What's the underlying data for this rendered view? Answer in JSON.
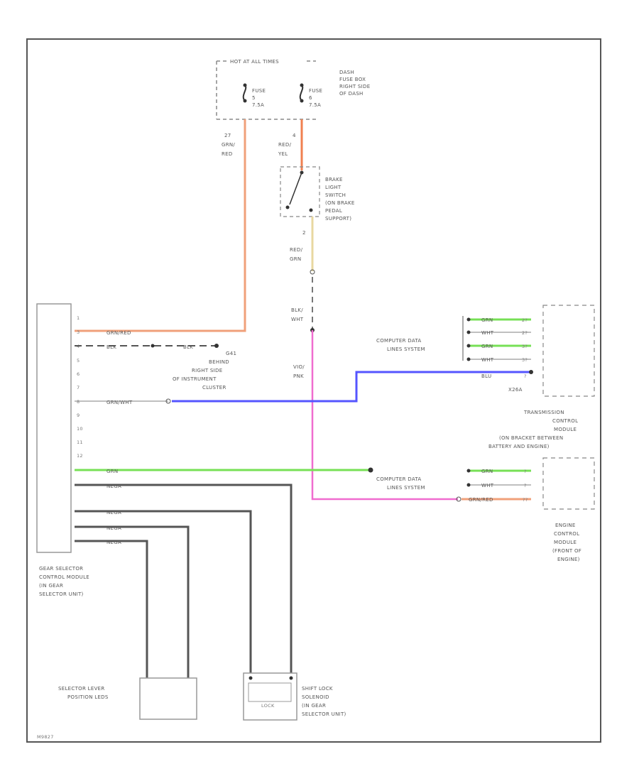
{
  "header": {
    "hot_at_all_times": "HOT AT ALL TIMES"
  },
  "fuse_box": [
    "DASH",
    "FUSE BOX",
    "RIGHT SIDE",
    "OF DASH"
  ],
  "fuses": [
    {
      "line1": "FUSE",
      "line2": "5",
      "line3": "7.5A"
    },
    {
      "line1": "FUSE",
      "line2": "6",
      "line3": "7.5A"
    }
  ],
  "wires": {
    "left_pin": "27",
    "left_c1": "GRN/",
    "left_c2": "RED",
    "right_pin": "4",
    "right_c1": "RED/",
    "right_c2": "YEL",
    "mid_pin": "2",
    "mid_c1": "RED/",
    "mid_c2": "GRN",
    "blk_c1": "BLK/",
    "blk_c2": "WHT",
    "vio_c1": "VIO/",
    "vio_c2": "PNK",
    "pin3_color": "GRN/RED",
    "pin4_color": "BLK",
    "pin4_far": "BLK",
    "pin7_color": "GRN/WHT",
    "pin12_color": "GRN",
    "neg_colors": [
      "NEGA",
      "NEGA",
      "NEGA",
      "NEGA"
    ],
    "ecm_color": "GRN/RED"
  },
  "brake_switch": [
    "BRAKE",
    "LIGHT",
    "SWITCH",
    "(ON BRAKE",
    "PEDAL",
    "SUPPORT)"
  ],
  "ground_note": [
    "G41",
    "BEHIND",
    "RIGHT SIDE",
    "OF INSTRUMENT",
    "CLUSTER"
  ],
  "module_pins": [
    "1",
    "3",
    "4",
    "5",
    "6",
    "7",
    "8",
    "9",
    "10",
    "11",
    "12"
  ],
  "data_lines_1": [
    "COMPUTER DATA",
    "LINES SYSTEM"
  ],
  "data_lines_2": [
    "COMPUTER DATA",
    "LINES SYSTEM"
  ],
  "tcm_wires": [
    {
      "color": "GRN",
      "pin": "2?"
    },
    {
      "color": "WHT",
      "pin": "2?"
    },
    {
      "color": "GRN",
      "pin": "3?"
    },
    {
      "color": "WHT",
      "pin": "3?"
    },
    {
      "color": "BLU",
      "pin": "?"
    }
  ],
  "tcm_connector": "X26A",
  "tcm_label": [
    "TRANSMISSION",
    "CONTROL",
    "MODULE",
    "(ON BRACKET BETWEEN",
    "BATTERY AND ENGINE)"
  ],
  "ecm_wires": [
    {
      "color": "GRN",
      "pin": "?"
    },
    {
      "color": "WHT",
      "pin": "?"
    },
    {
      "color": "GRN/RED",
      "pin": "??"
    }
  ],
  "ecm_label": [
    "ENGINE",
    "CONTROL",
    "MODULE",
    "(FRONT OF",
    "ENGINE)"
  ],
  "gear_selector_label": [
    "GEAR SELECTOR",
    "CONTROL MODULE",
    "(IN GEAR",
    "SELECTOR UNIT)"
  ],
  "position_leds_label": [
    "SELECTOR LEVER",
    "POSITION LEDS"
  ],
  "shift_lock_label": [
    "SHIFT LOCK",
    "SOLENOID",
    "(IN GEAR",
    "SELECTOR UNIT)"
  ],
  "shift_lock_inner": "LOCK",
  "diagram_ref": "M9827"
}
